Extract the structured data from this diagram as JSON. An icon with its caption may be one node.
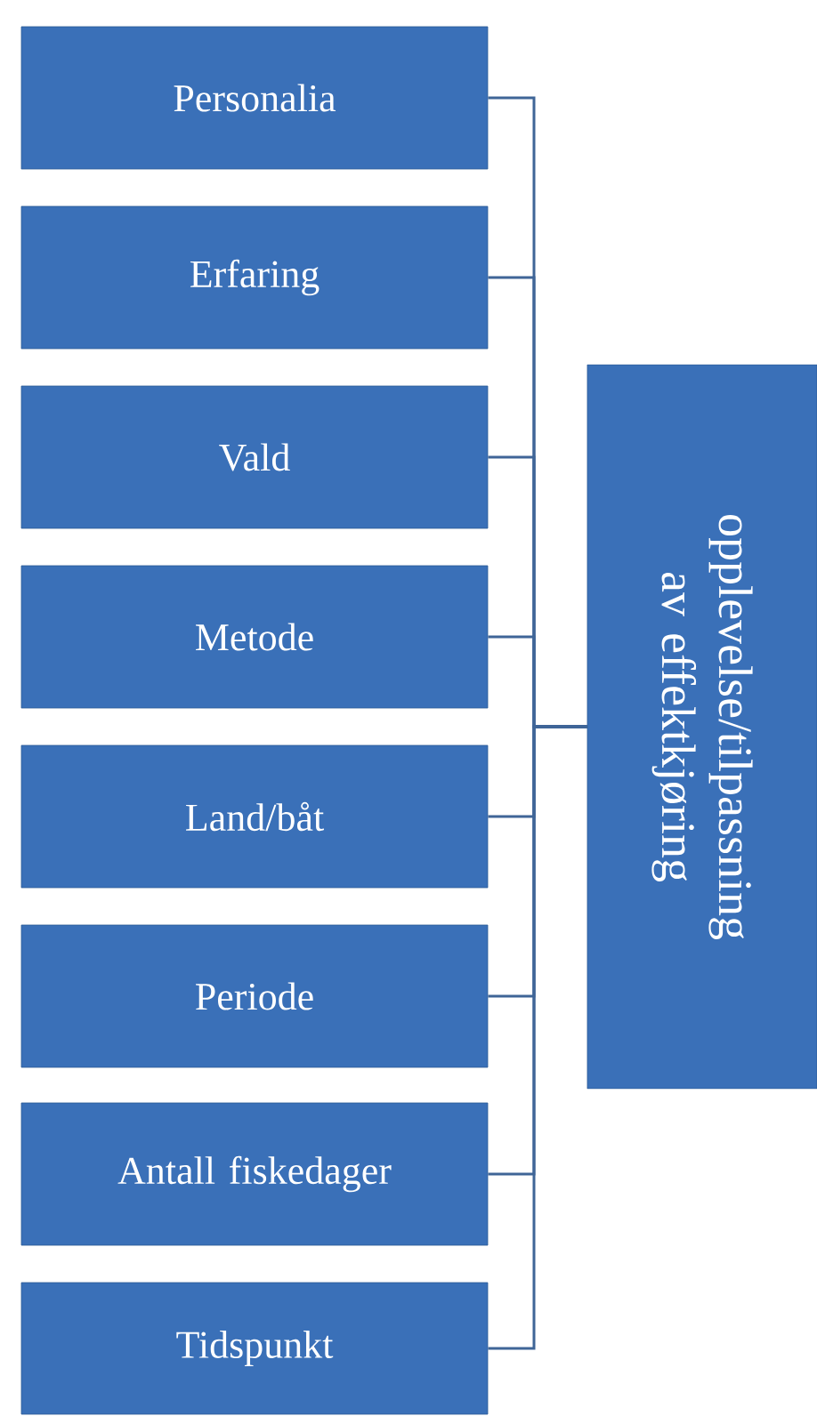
{
  "diagram": {
    "nodes": [
      {
        "text": [
          "Personalia"
        ]
      },
      {
        "text": [
          "Erfaring"
        ]
      },
      {
        "text": [
          "Vald"
        ]
      },
      {
        "text": [
          "Metode"
        ]
      },
      {
        "text": [
          "Land/båt"
        ]
      },
      {
        "text": [
          "Periode"
        ]
      },
      {
        "text": [
          "Antall fiskedager"
        ]
      },
      {
        "text": [
          "Tidspunkt"
        ]
      },
      {
        "text": [
          "opplevelse/tilpassning av effektkjøring"
        ]
      }
    ],
    "edges": [
      {
        "from": 0,
        "to": 8,
        "arrow": "none"
      },
      {
        "from": 1,
        "to": 8,
        "arrow": "none"
      },
      {
        "from": 2,
        "to": 8,
        "arrow": "none"
      },
      {
        "from": 3,
        "to": 8,
        "arrow": "none"
      },
      {
        "from": 4,
        "to": 8,
        "arrow": "none"
      },
      {
        "from": 5,
        "to": 8,
        "arrow": "none"
      },
      {
        "from": 6,
        "to": 8,
        "arrow": "none"
      },
      {
        "from": 7,
        "to": 8,
        "arrow": "none"
      }
    ]
  }
}
